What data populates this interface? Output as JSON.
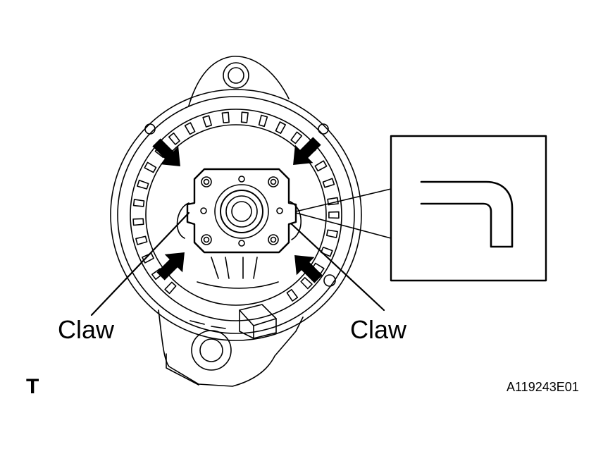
{
  "labels": {
    "claw_left": "Claw",
    "claw_right": "Claw",
    "corner_mark": "T",
    "figure_code": "A119243E01"
  },
  "colors": {
    "ink": "#000000",
    "paper": "#ffffff"
  }
}
